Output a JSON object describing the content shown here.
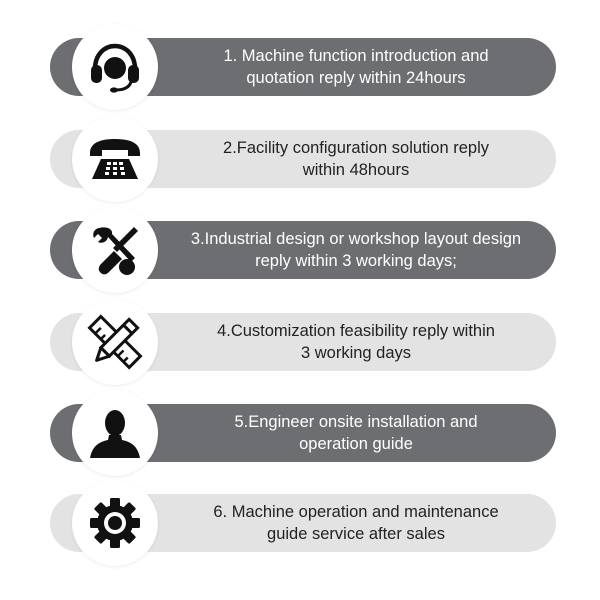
{
  "services": [
    {
      "line1": "1. Machine function introduction and",
      "line2": "quotation reply within 24hours",
      "icon": "headset-icon",
      "style": "dark"
    },
    {
      "line1": "2.Facility configuration solution reply",
      "line2": "within 48hours",
      "icon": "telephone-icon",
      "style": "light"
    },
    {
      "line1": "3.Industrial design or workshop layout design",
      "line2": "reply within 3 working days;",
      "icon": "tools-icon",
      "style": "dark"
    },
    {
      "line1": "4.Customization feasibility reply within",
      "line2": "3 working days",
      "icon": "pencil-ruler-icon",
      "style": "light"
    },
    {
      "line1": "5.Engineer onsite installation and",
      "line2": "operation guide",
      "icon": "engineer-person-icon",
      "style": "dark"
    },
    {
      "line1": "6. Machine operation and maintenance",
      "line2": "guide service after sales",
      "icon": "gear-icon",
      "style": "light"
    }
  ],
  "colors": {
    "dark_pill": "#6d6e71",
    "light_pill": "#e3e3e4",
    "icon": "#111111"
  }
}
